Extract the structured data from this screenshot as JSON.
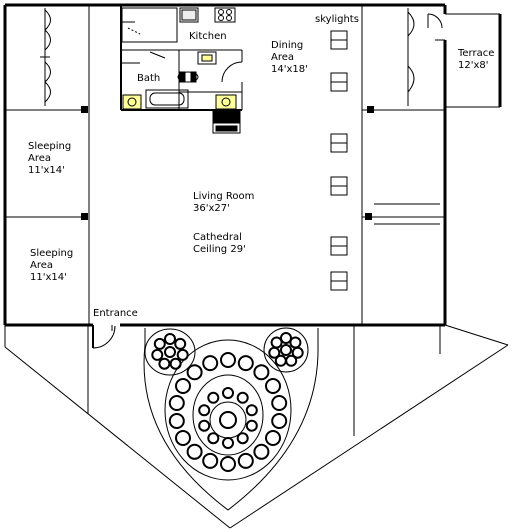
{
  "rooms": {
    "kitchen": {
      "name": "Kitchen"
    },
    "bath": {
      "name": "Bath"
    },
    "dining": {
      "name": "Dining",
      "name2": "Area",
      "size": "14'x18'"
    },
    "skylights": {
      "name": "skylights"
    },
    "terrace": {
      "name": "Terrace",
      "size": "12'x8'"
    },
    "sleeping_top": {
      "name": "Sleeping",
      "name2": "Area",
      "size": "11'x14'"
    },
    "sleeping_bottom": {
      "name": "Sleeping",
      "name2": "Area",
      "size": "11'x14'"
    },
    "living": {
      "name": "Living Room",
      "size": "36'x27'",
      "note1": "Cathedral",
      "note2": "Ceiling 29'"
    },
    "entrance": {
      "name": "Entrance"
    }
  },
  "colors": {
    "line": "#000000",
    "background": "#ffffff",
    "fixture_fill": "#ffff99"
  }
}
